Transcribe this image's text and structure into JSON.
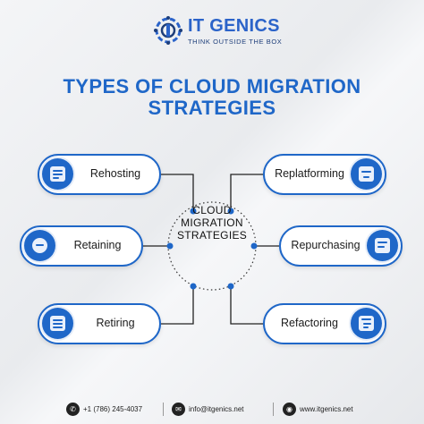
{
  "brand": {
    "name": "IT GENICS",
    "tagline": "THINK OUTSIDE THE BOX"
  },
  "title": {
    "line1": "TYPES OF CLOUD MIGRATION",
    "line2": "STRATEGIES"
  },
  "center": {
    "line1": "CLOUD",
    "line2": "MIGRATION",
    "line3": "STRATEGIES"
  },
  "strategies": {
    "rehosting": "Rehosting",
    "retaining": "Retaining",
    "retiring": "Retiring",
    "replatforming": "Replatforming",
    "repurchasing": "Repurchasing",
    "refactoring": "Refactoring"
  },
  "icons": {
    "rehosting": "server-monitor-icon",
    "retaining": "refresh-cycle-icon",
    "retiring": "document-list-icon",
    "replatforming": "cloud-device-icon",
    "repurchasing": "cart-screen-icon",
    "refactoring": "code-window-icon"
  },
  "footer": {
    "phone": "+1 (786) 245-4037",
    "email": "info@itgenics.net",
    "website": "www.itgenics.net"
  },
  "colors": {
    "accent": "#1f67c8",
    "dark": "#1e3e7a"
  }
}
